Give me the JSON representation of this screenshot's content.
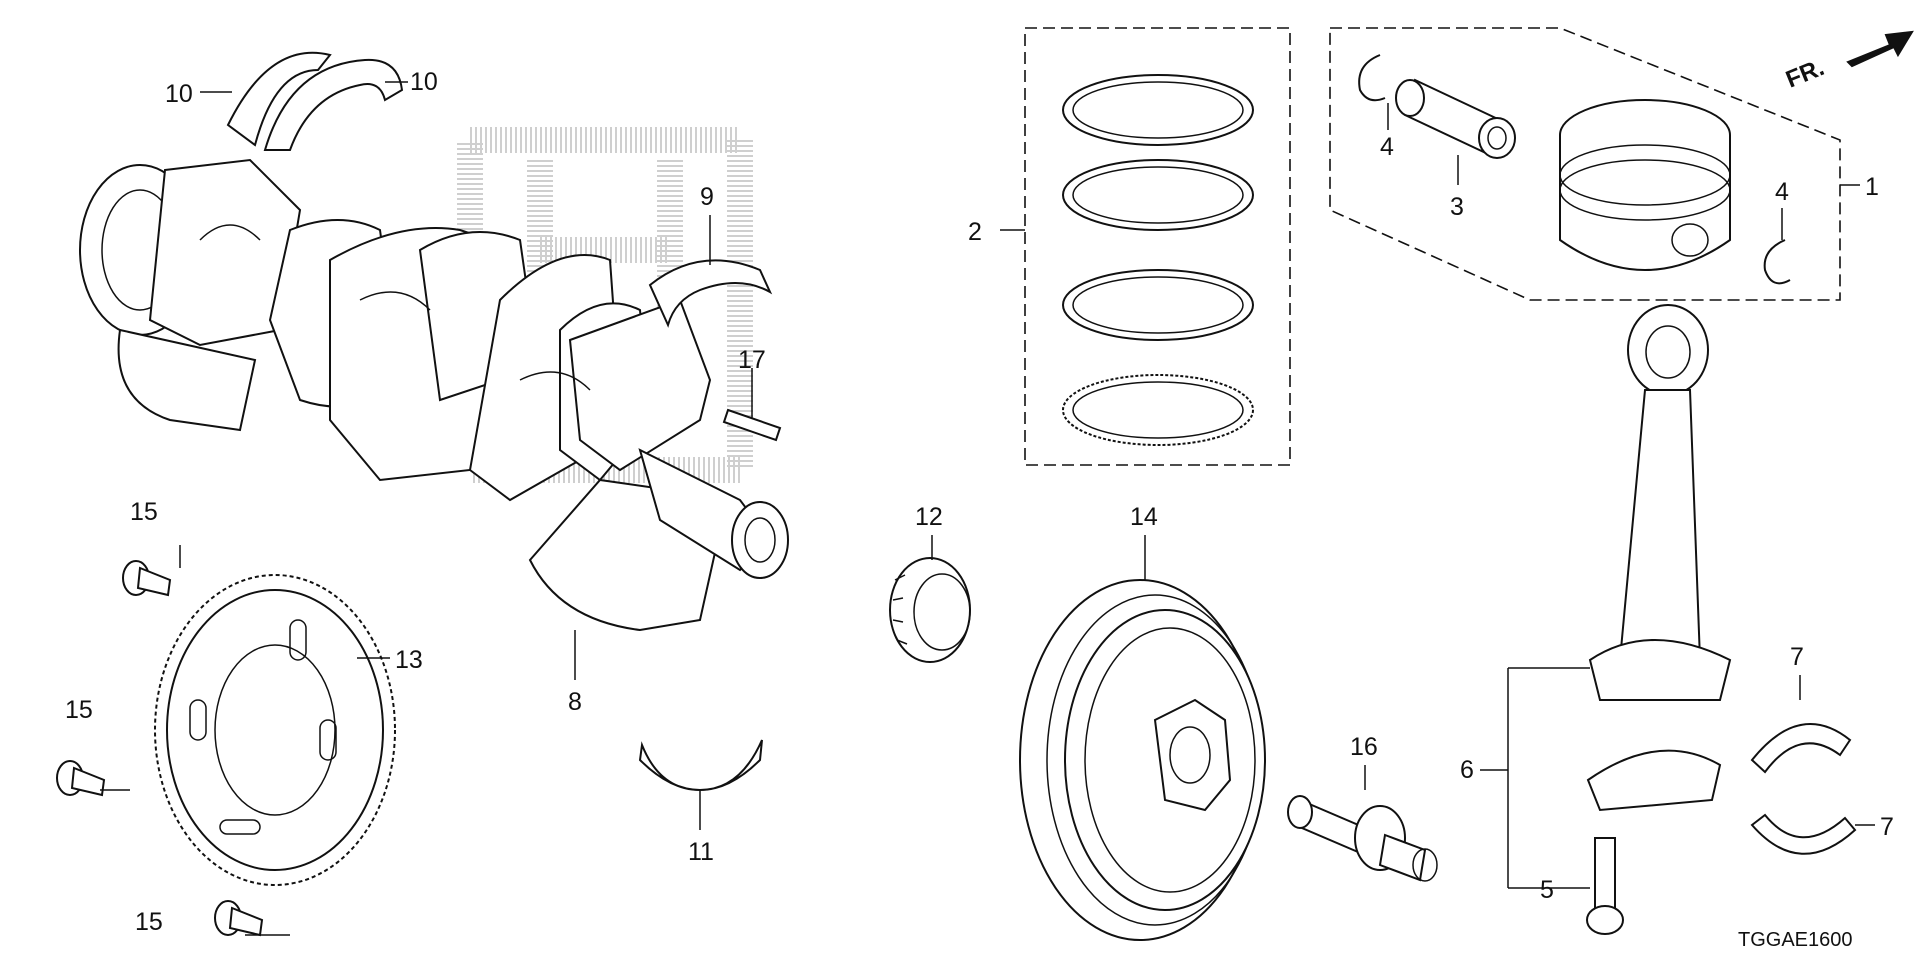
{
  "diagram_code": "TGGAE1600",
  "direction_label": "FR.",
  "callouts": {
    "c1": "1",
    "c2": "2",
    "c3": "3",
    "c4a": "4",
    "c4b": "4",
    "c5": "5",
    "c6": "6",
    "c7a": "7",
    "c7b": "7",
    "c8": "8",
    "c9": "9",
    "c10a": "10",
    "c10b": "10",
    "c11": "11",
    "c12": "12",
    "c13": "13",
    "c14": "14",
    "c15a": "15",
    "c15b": "15",
    "c15c": "15",
    "c16": "16",
    "c17": "17"
  }
}
